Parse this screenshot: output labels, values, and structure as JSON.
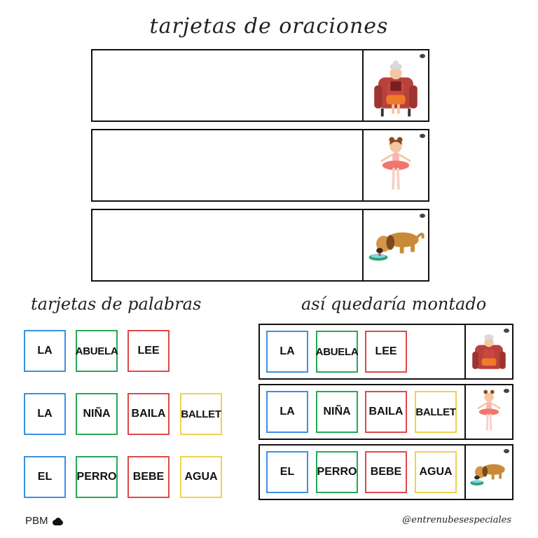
{
  "titles": {
    "main": "tarjetas de oraciones",
    "words": "tarjetas de palabras",
    "mounted": "así quedaría montado"
  },
  "sentences": [
    {
      "picture": "grandmother-reading-icon",
      "words": [
        {
          "text": "LA",
          "color": "#3d8fe0"
        },
        {
          "text": "ABUELA",
          "color": "#27a85a"
        },
        {
          "text": "LEE",
          "color": "#e04848"
        }
      ]
    },
    {
      "picture": "ballerina-girl-icon",
      "words": [
        {
          "text": "LA",
          "color": "#3d8fe0"
        },
        {
          "text": "NIÑA",
          "color": "#27a85a"
        },
        {
          "text": "BAILA",
          "color": "#e04848"
        },
        {
          "text": "BALLET",
          "color": "#f2d14f"
        }
      ]
    },
    {
      "picture": "dog-drinking-icon",
      "words": [
        {
          "text": "EL",
          "color": "#3d8fe0"
        },
        {
          "text": "PERRO",
          "color": "#27a85a"
        },
        {
          "text": "BEBE",
          "color": "#e04848"
        },
        {
          "text": "AGUA",
          "color": "#f2d14f"
        }
      ]
    }
  ],
  "footer": {
    "left": "PBM",
    "left_icon": "cloud-icon",
    "right": "@entrenubesespeciales"
  }
}
